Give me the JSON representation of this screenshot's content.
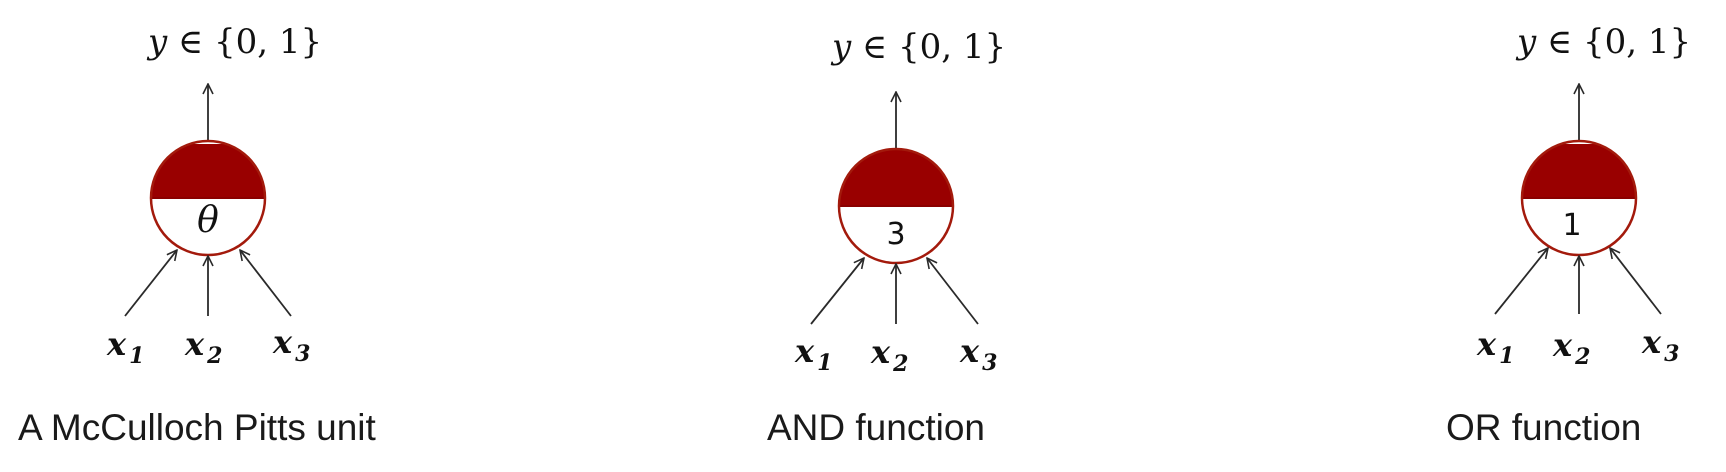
{
  "colors": {
    "neuron_fill": "#990000",
    "neuron_stroke": "#a31a0c",
    "ink": "#111111"
  },
  "diagrams": [
    {
      "id": "mp-unit",
      "output_label_var": "y",
      "output_label_rest": "∈  {0, 1}",
      "threshold": "θ",
      "inputs": [
        {
          "var": "x",
          "sub": "1"
        },
        {
          "var": "x",
          "sub": "2"
        },
        {
          "var": "x",
          "sub": "3"
        }
      ],
      "caption": "A McCulloch Pitts unit"
    },
    {
      "id": "and-function",
      "output_label_var": "y",
      "output_label_rest": "∈  {0, 1}",
      "threshold": "3",
      "inputs": [
        {
          "var": "x",
          "sub": "1"
        },
        {
          "var": "x",
          "sub": "2"
        },
        {
          "var": "x",
          "sub": "3"
        }
      ],
      "caption": "AND function"
    },
    {
      "id": "or-function",
      "output_label_var": "y",
      "output_label_rest": "∈  {0, 1}",
      "threshold": "1",
      "inputs": [
        {
          "var": "x",
          "sub": "1"
        },
        {
          "var": "x",
          "sub": "2"
        },
        {
          "var": "x",
          "sub": "3"
        }
      ],
      "caption": "OR function"
    }
  ]
}
